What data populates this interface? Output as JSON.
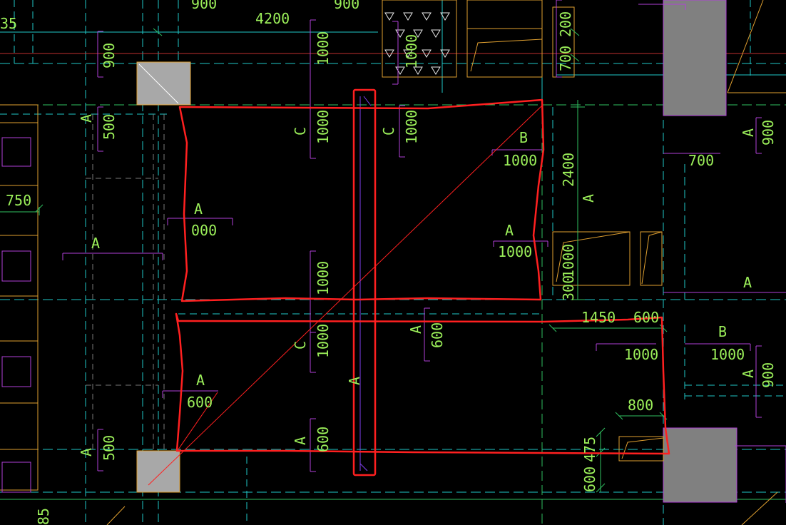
{
  "canvas": {
    "background": "#000000",
    "colors": {
      "dim_text": "#9cf05a",
      "dim_line": "#b040d8",
      "axis_cyan": "#20c8c8",
      "axis_green": "#30c060",
      "red_markup": "#ff2020",
      "orange_line": "#e0a030",
      "white_line": "#e8e8e8",
      "gray_column": "#a8a8a8",
      "dark_column": "#808080"
    }
  },
  "labels": {
    "l_935": "35",
    "l_900a": "900",
    "l_4200": "4200",
    "l_900b": "900",
    "l_1000top": "1000",
    "l_1000top2": "1000",
    "l_200": "200",
    "l_700top": "700",
    "l_900left": "900",
    "l_A_left1": "A",
    "l_500left": "500",
    "l_C1": "C",
    "l_1000c1": "1000",
    "l_C2": "C",
    "l_1000c2": "1000",
    "l_B1": "B",
    "l_1000b1": "1000",
    "l_2400": "2400",
    "l_700r": "700",
    "l_A_r1": "A",
    "l_900r": "900",
    "l_750": "750",
    "l_A_mid": "A",
    "l_A_m2": "A",
    "l_000": "000",
    "l_A_rm": "A",
    "l_1000rm": "1000",
    "l_1000v": "1000",
    "l_300": "300",
    "l_1000mv": "1000",
    "l_A_rr": "A",
    "l_1450": "1450",
    "l_600t": "600",
    "l_A_600": "A",
    "l_600v": "600",
    "l_C3": "C",
    "l_1000c3": "1000",
    "l_1000br1": "1000",
    "l_B2": "B",
    "l_1000br2": "1000",
    "l_A_r2": "A",
    "l_900r2": "900",
    "l_A_b1": "A",
    "l_600b1": "600",
    "l_A_vert": "A",
    "l_800": "800",
    "l_A_lb": "A",
    "l_500lb": "500",
    "l_A_b2": "A",
    "l_600b2": "600",
    "l_475": "475",
    "l_600bt": "600",
    "l_85": "85"
  }
}
